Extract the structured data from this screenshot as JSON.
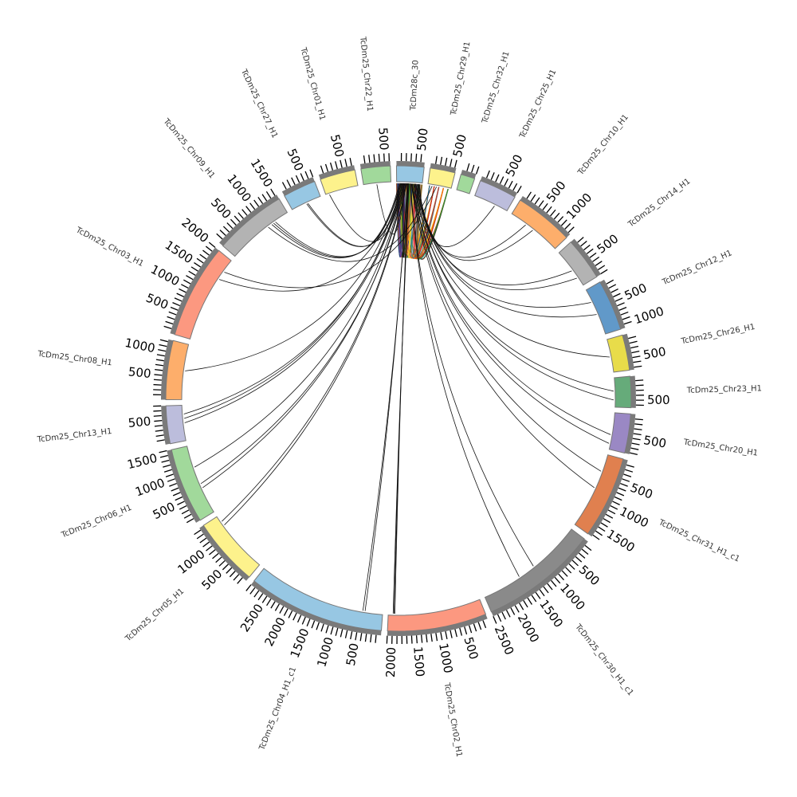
{
  "chart_data": {
    "type": "chord",
    "title": "",
    "tick_interval": 100,
    "sectors": [
      {
        "name": "TcDm28c_30",
        "length": 580,
        "color": "#97c7e3"
      },
      {
        "name": "TcDm25_Chr29_H1",
        "length": 530,
        "color": "#fdf28c"
      },
      {
        "name": "TcDm25_Chr32_H1",
        "length": 300,
        "color": "#a1d99b"
      },
      {
        "name": "TcDm25_Chr25_H1",
        "length": 800,
        "color": "#bcbddc"
      },
      {
        "name": "TcDm25_Chr10_H1",
        "length": 1250,
        "color": "#fdae6b"
      },
      {
        "name": "TcDm25_Chr14_H1",
        "length": 910,
        "color": "#b3b3b3"
      },
      {
        "name": "TcDm25_Chr12_H1",
        "length": 1080,
        "color": "#6199c9"
      },
      {
        "name": "TcDm25_Chr26_H1",
        "length": 750,
        "color": "#e8dc4a"
      },
      {
        "name": "TcDm25_Chr23_H1",
        "length": 660,
        "color": "#66ab7a"
      },
      {
        "name": "TcDm25_Chr20_H1",
        "length": 830,
        "color": "#9a88c4"
      },
      {
        "name": "TcDm25_Chr31_H1_c1",
        "length": 1740,
        "color": "#e0804f"
      },
      {
        "name": "TcDm25_Chr30_H1_c1",
        "length": 2500,
        "color": "#8a8a8a"
      },
      {
        "name": "TcDm25_Chr02_H1",
        "length": 2100,
        "color": "#fc9880"
      },
      {
        "name": "TcDm25_Chr04_H1_c1",
        "length": 2900,
        "color": "#97c7e3"
      },
      {
        "name": "TcDm25_Chr05_H1",
        "length": 1450,
        "color": "#fdf28c"
      },
      {
        "name": "TcDm25_Chr06_H1",
        "length": 1600,
        "color": "#a1d99b"
      },
      {
        "name": "TcDm25_Chr13_H1",
        "length": 800,
        "color": "#bcbddc"
      },
      {
        "name": "TcDm25_Chr08_H1",
        "length": 1250,
        "color": "#fdae6b"
      },
      {
        "name": "TcDm25_Chr03_H1",
        "length": 2000,
        "color": "#fc9880"
      },
      {
        "name": "TcDm25_Chr09_H1",
        "length": 1540,
        "color": "#b3b3b3"
      },
      {
        "name": "TcDm25_Chr27_H1",
        "length": 700,
        "color": "#97c7e3"
      },
      {
        "name": "TcDm25_Chr01_H1",
        "length": 750,
        "color": "#fdf28c"
      },
      {
        "name": "TcDm25_Chr22_H1",
        "length": 620,
        "color": "#a1d99b"
      }
    ],
    "links": [
      [
        0,
        100,
        20,
        350
      ],
      [
        0,
        120,
        20,
        380
      ],
      [
        0,
        150,
        21,
        80
      ],
      [
        0,
        200,
        22,
        300
      ],
      [
        0,
        60,
        19,
        1100
      ],
      [
        0,
        80,
        19,
        1150
      ],
      [
        0,
        90,
        19,
        1200
      ],
      [
        0,
        110,
        18,
        1500
      ],
      [
        0,
        130,
        17,
        650
      ],
      [
        0,
        140,
        16,
        500
      ],
      [
        0,
        160,
        16,
        600
      ],
      [
        0,
        170,
        16,
        400
      ],
      [
        0,
        180,
        15,
        1100
      ],
      [
        0,
        190,
        15,
        600
      ],
      [
        0,
        210,
        15,
        700
      ],
      [
        0,
        220,
        14,
        1300
      ],
      [
        0,
        230,
        14,
        1200
      ],
      [
        0,
        240,
        13,
        400
      ],
      [
        0,
        250,
        13,
        450
      ],
      [
        0,
        260,
        12,
        1950
      ],
      [
        0,
        270,
        12,
        1970
      ],
      [
        0,
        280,
        12,
        1990
      ],
      [
        0,
        300,
        11,
        1200
      ],
      [
        0,
        320,
        11,
        1600
      ],
      [
        0,
        330,
        10,
        800
      ],
      [
        0,
        340,
        10,
        400
      ],
      [
        0,
        350,
        9,
        700
      ],
      [
        0,
        360,
        9,
        500
      ],
      [
        0,
        380,
        8,
        300
      ],
      [
        0,
        390,
        8,
        500
      ],
      [
        0,
        400,
        7,
        400
      ],
      [
        0,
        420,
        6,
        600
      ],
      [
        0,
        430,
        6,
        300
      ],
      [
        0,
        440,
        5,
        500
      ],
      [
        0,
        460,
        5,
        700
      ],
      [
        0,
        480,
        4,
        600
      ],
      [
        0,
        500,
        4,
        400
      ],
      [
        0,
        520,
        3,
        500
      ],
      [
        1,
        100,
        19,
        1000
      ],
      [
        1,
        200,
        18,
        1700
      ]
    ],
    "local_links_colors": [
      "#1f3b73",
      "#e6c229",
      "#2a7a2a",
      "#c0392b",
      "#6a3d9a",
      "#ff7f00",
      "#111111",
      "#33a02c",
      "#b15928",
      "#1f78b4",
      "#ffd92f",
      "#e31a1c",
      "#a6cee3",
      "#222222",
      "#fb9a99",
      "#8c6d31"
    ]
  }
}
